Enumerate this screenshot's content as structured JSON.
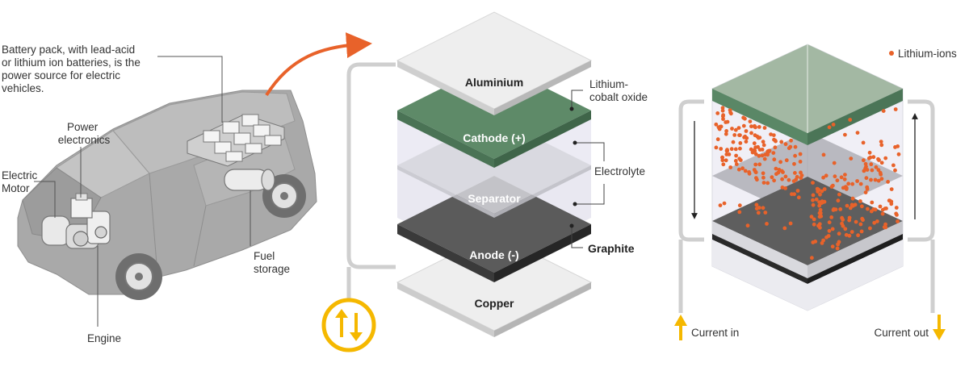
{
  "car": {
    "battery_note_lines": [
      "Battery pack, with lead-acid",
      "or lithium ion batteries, is the",
      "power source for electric",
      "vehicles."
    ],
    "power_electronics_lines": [
      "Power",
      "electronics"
    ],
    "electric_motor_lines": [
      "Electric",
      "Motor"
    ],
    "engine": "Engine",
    "fuel_storage_lines": [
      "Fuel",
      "storage"
    ]
  },
  "layers": {
    "aluminium": "Aluminium",
    "cathode": "Cathode (+)",
    "separator": "Separator",
    "anode": "Anode (-)",
    "copper": "Copper",
    "lithium_cobalt_lines": [
      "Lithium-",
      "cobalt oxide"
    ],
    "electrolyte": "Electrolyte",
    "graphite": "Graphite"
  },
  "cell": {
    "legend": "Lithium-ions",
    "current_in": "Current in",
    "current_out": "Current out"
  },
  "colors": {
    "orange": "#e8622a",
    "yellow": "#f5b800",
    "cathode_green": "#5e8a68",
    "anode_dark": "#555555",
    "car_gray": "#a8a8a8",
    "bracket_gray": "#cccccc"
  }
}
